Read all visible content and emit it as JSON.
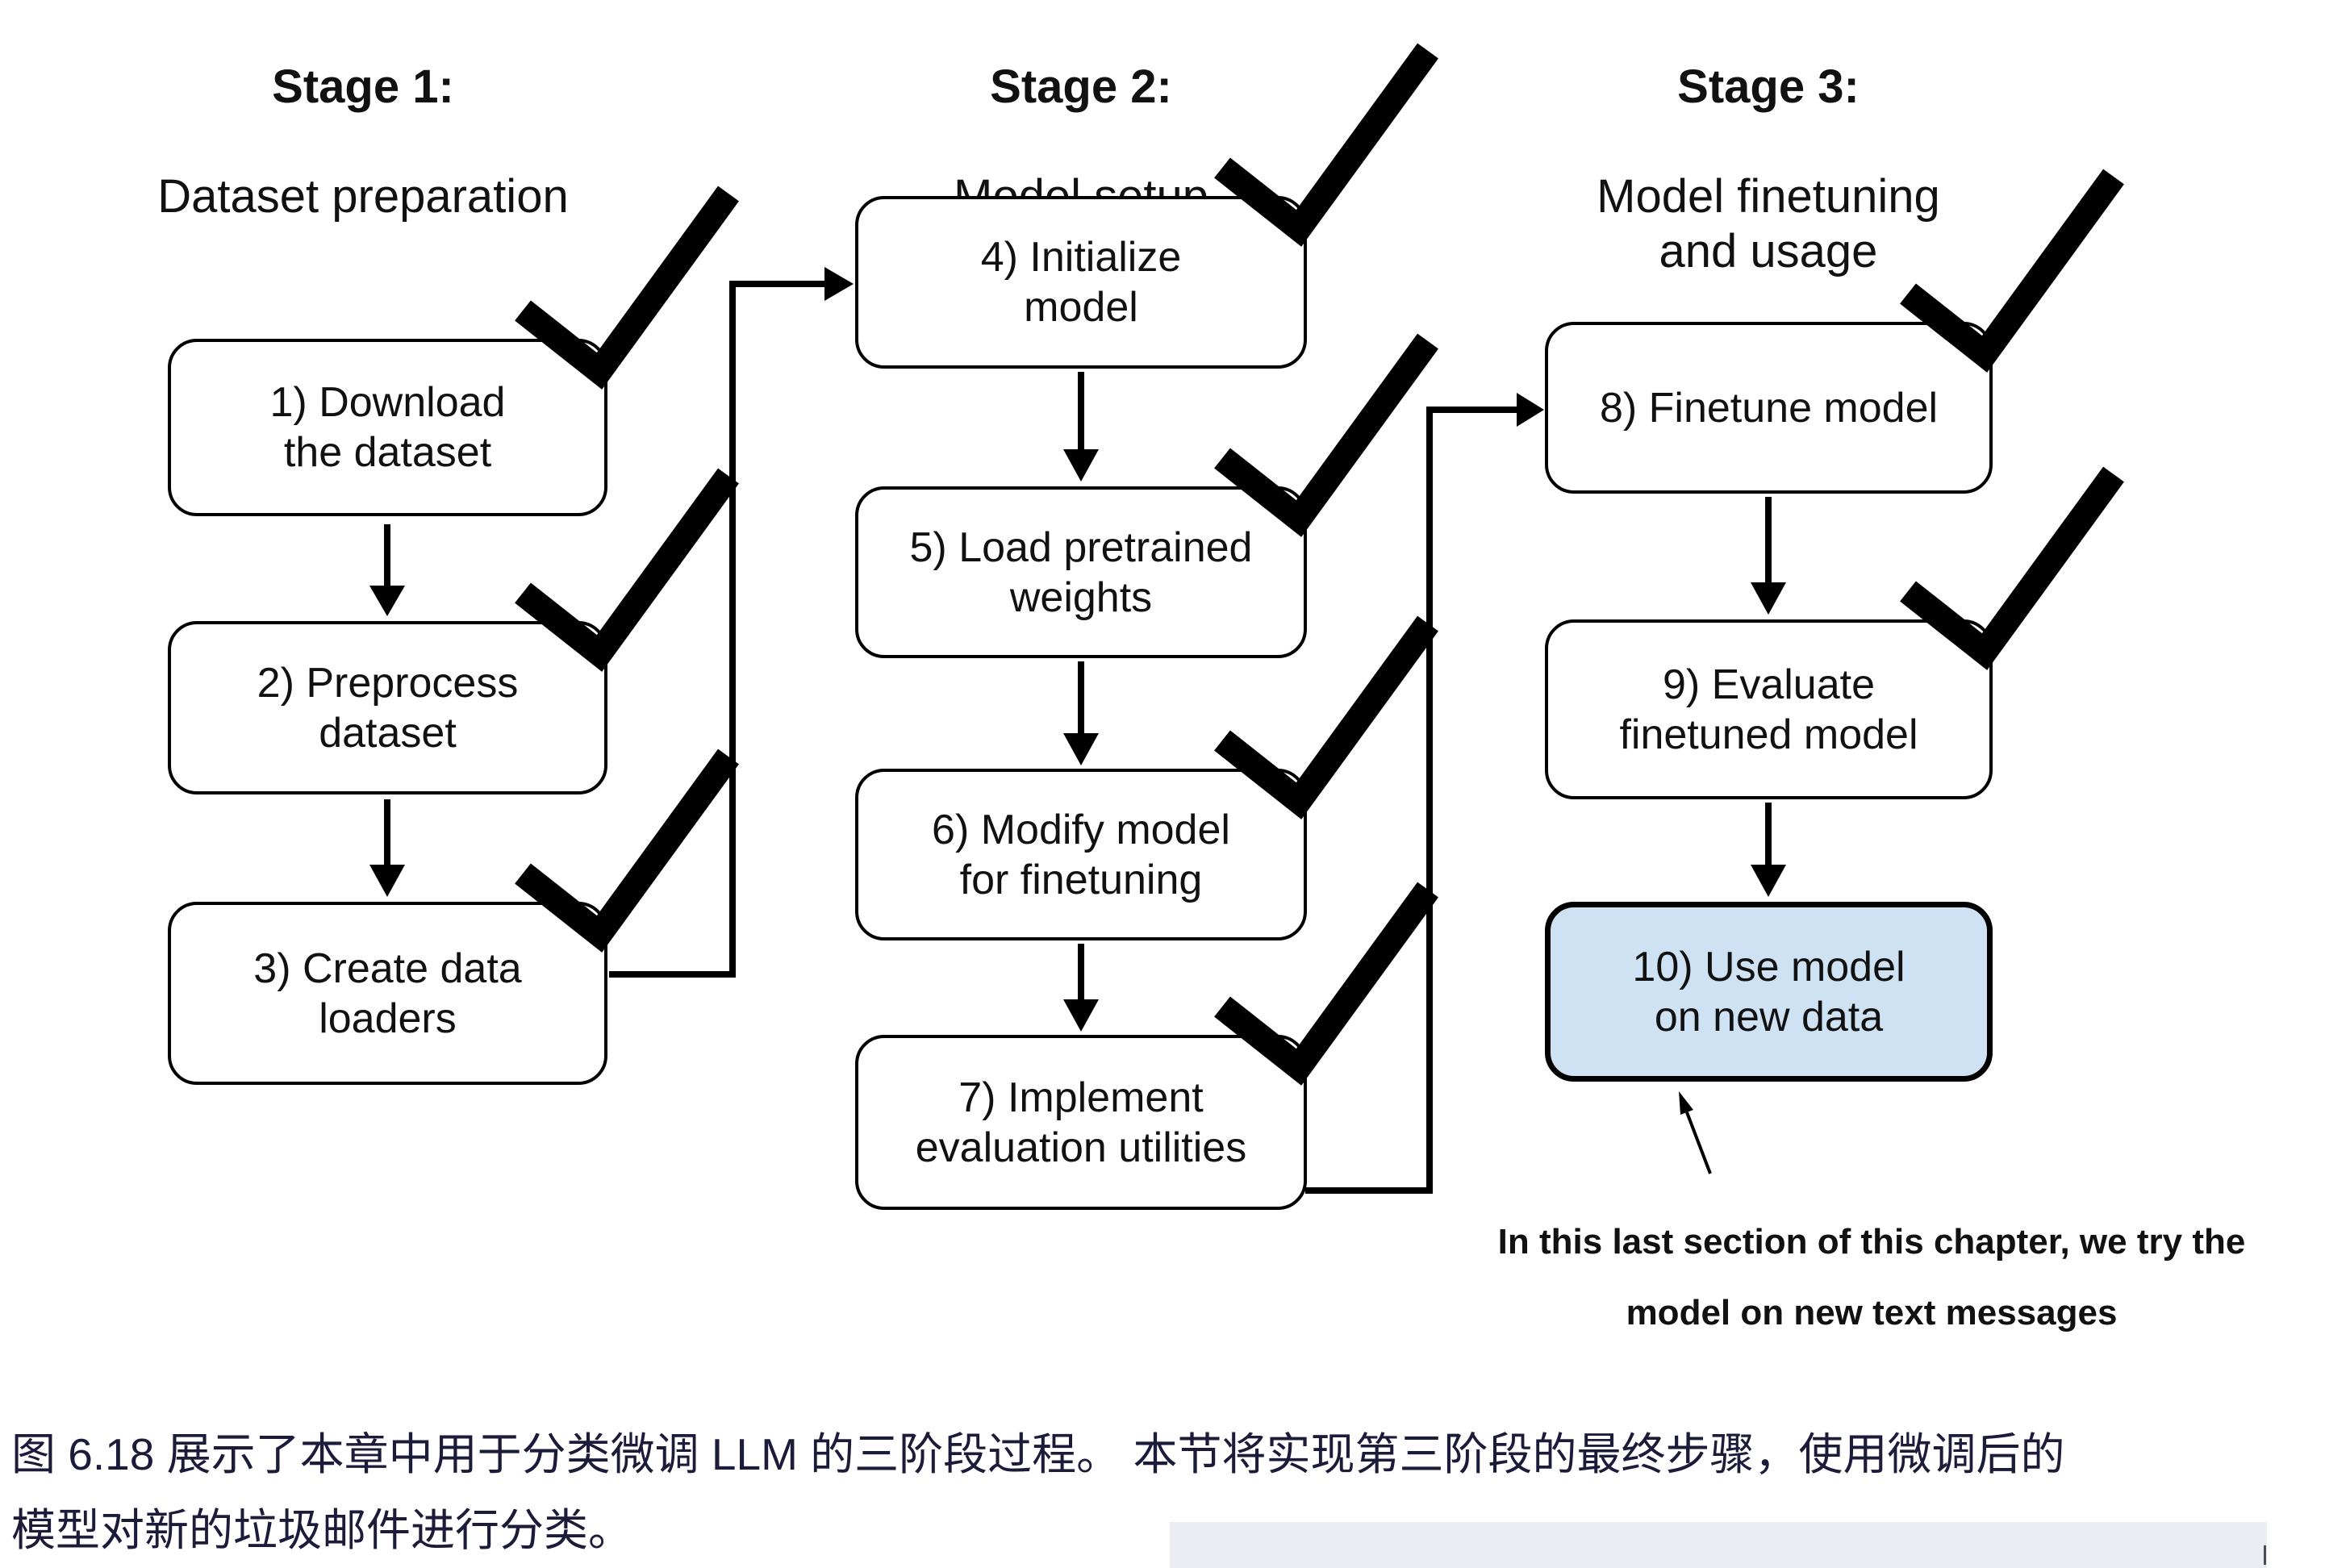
{
  "figure": {
    "stages": [
      {
        "title": "Stage 1:",
        "subtitle": "Dataset preparation"
      },
      {
        "title": "Stage 2:",
        "subtitle": "Model setup"
      },
      {
        "title": "Stage 3:",
        "subtitle": "Model finetuning\nand usage"
      }
    ],
    "boxes": [
      {
        "label": "1) Download\nthe dataset",
        "checked": true
      },
      {
        "label": "2) Preprocess\ndataset",
        "checked": true
      },
      {
        "label": "3) Create data\nloaders",
        "checked": true
      },
      {
        "label": "4) Initialize\nmodel",
        "checked": true
      },
      {
        "label": "5) Load pretrained\nweights",
        "checked": true
      },
      {
        "label": "6) Modify model\nfor finetuning",
        "checked": true
      },
      {
        "label": "7) Implement\nevaluation utilities",
        "checked": true
      },
      {
        "label": "8) Finetune model",
        "checked": true
      },
      {
        "label": "9) Evaluate\nfinetuned model",
        "checked": true
      },
      {
        "label": "10) Use model\non new data",
        "checked": false
      }
    ],
    "annotation": "In this last section of this chapter, we try the\nmodel on new text messages",
    "icons": {
      "completed_marker": "checkmark"
    }
  },
  "caption": "图 6.18 展示了本章中用于分类微调 LLM 的三阶段过程。 本节将实现第三阶段的最终步骤，使用微调后的\n模型对新的垃圾邮件进行分类。",
  "colors": {
    "diagram_ink": "#000000",
    "highlight_box_fill": "#cfe2f4",
    "caption_text": "#1b1b3a"
  }
}
